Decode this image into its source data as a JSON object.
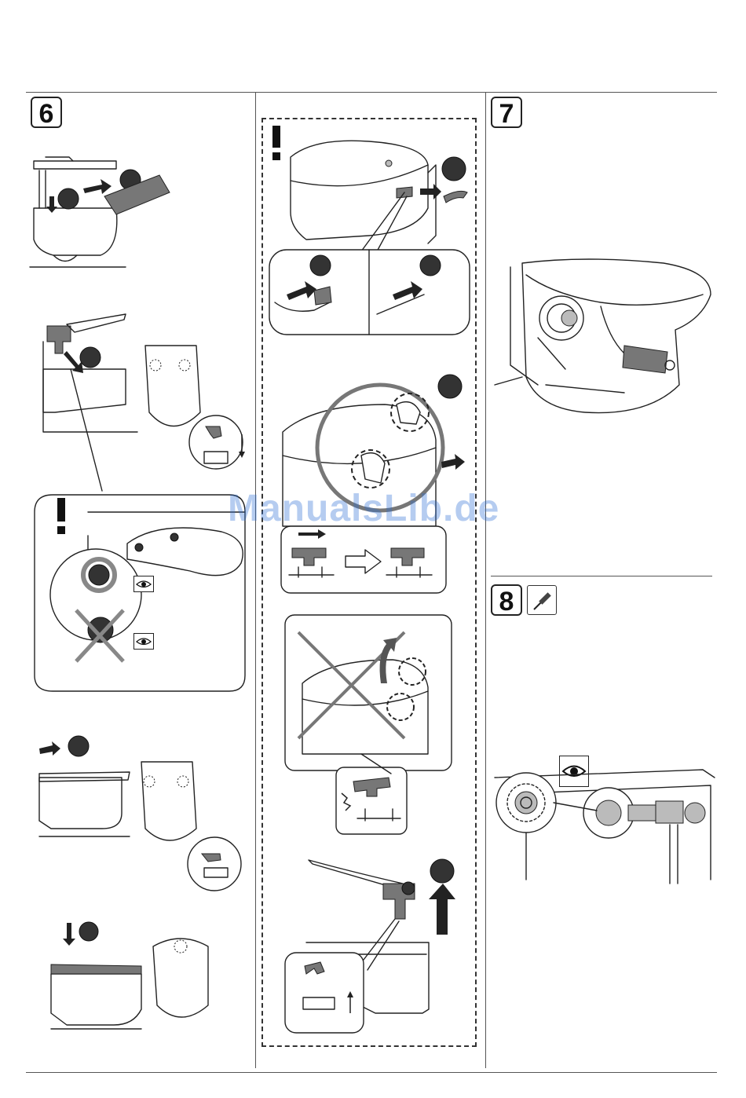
{
  "steps": {
    "step6": {
      "number": "6"
    },
    "step7": {
      "number": "7"
    },
    "step8": {
      "number": "8",
      "tool_icon": "screwdriver-icon"
    }
  },
  "watermark": {
    "text": "ManualsLib.de"
  },
  "icons": {
    "caution": "exclamation-icon",
    "inspect": "eye-icon",
    "forbidden": "cross-icon",
    "direction": "arrow-icon"
  },
  "colors": {
    "line": "#222222",
    "callout": "#111111",
    "highlight_ring": "#888888",
    "watermark": "#2d6fd6"
  }
}
